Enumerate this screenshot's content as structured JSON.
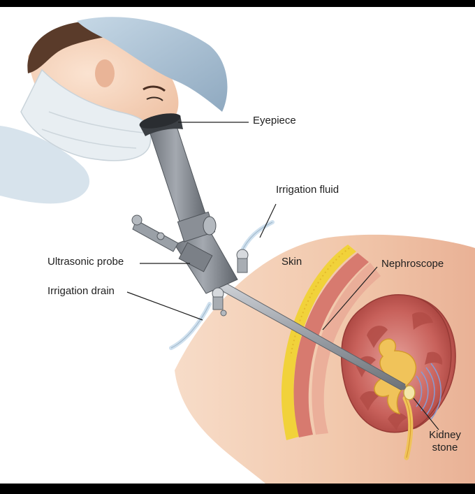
{
  "labels": {
    "eyepiece": "Eyepiece",
    "irrigation_fluid": "Irrigation fluid",
    "ultrasonic_probe": "Ultrasonic probe",
    "irrigation_drain": "Irrigation drain",
    "skin": "Skin",
    "nephroscope": "Nephroscope",
    "kidney_stone_line1": "Kidney",
    "kidney_stone_line2": "stone"
  },
  "colors": {
    "frame_border": "#000000",
    "background": "#ffffff",
    "cap": "#9fb9cf",
    "mask": "#e8eef2",
    "skin_tone": "#f3cfb4",
    "fat_layer": "#f1d23a",
    "muscle": "#c0504c",
    "kidney": "#c8615b",
    "kidney_pelvis": "#f0c35a",
    "scope_metal": "#8a8f96",
    "tube": "#cfe0ee"
  }
}
